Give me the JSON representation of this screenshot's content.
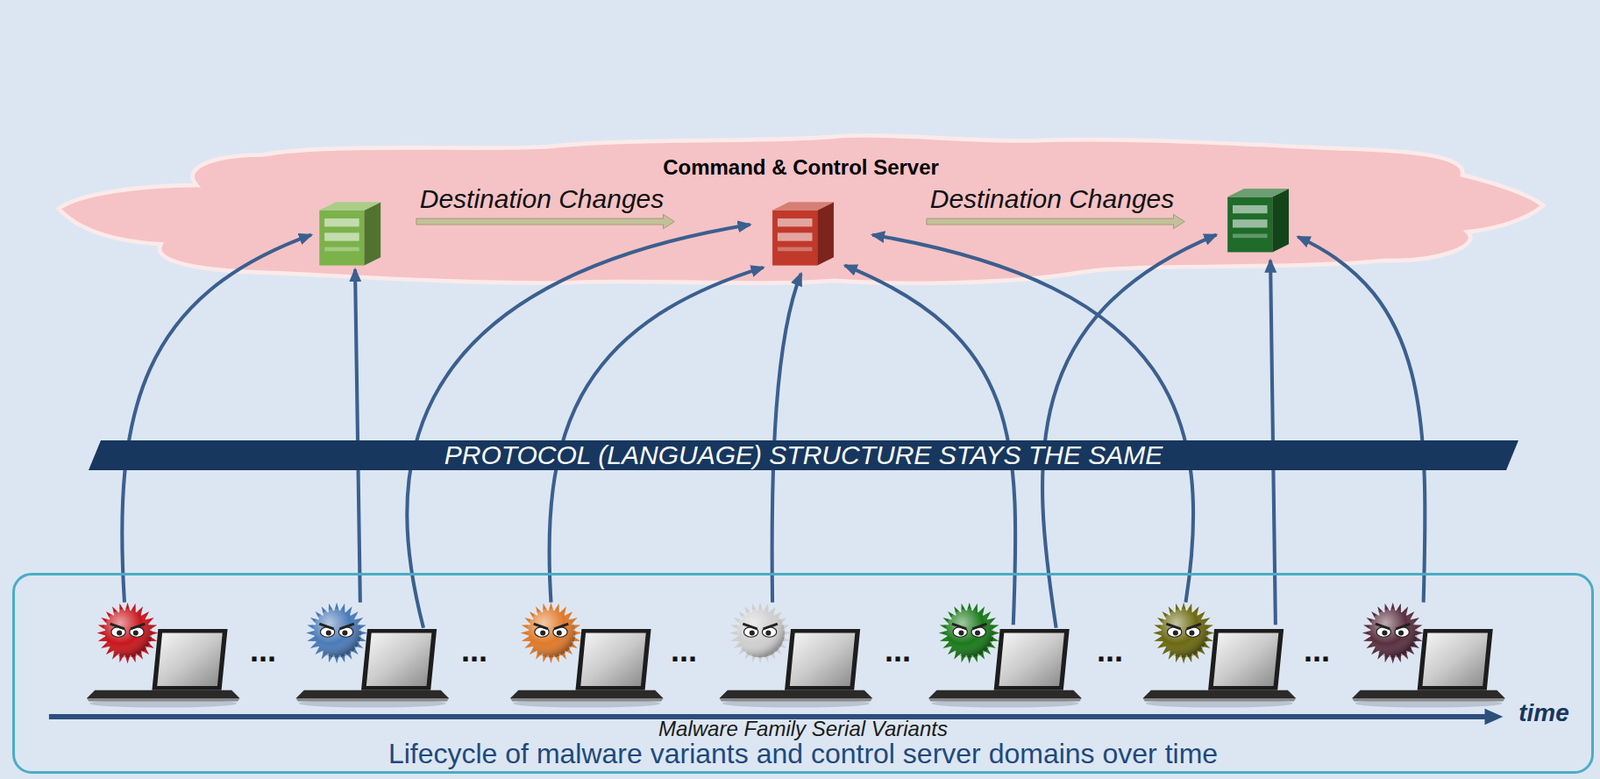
{
  "diagram": {
    "nodes": [
      {
        "text": [
          "Command & Control Server"
        ]
      },
      {
        "text": [
          "PROTOCOL (LANGUAGE) STRUCTURE STAYS THE SAME"
        ]
      },
      {
        "text": [
          "Lifecycle of malware variants and control server domains over time"
        ]
      }
    ],
    "labels": [
      "Destination Changes",
      "Destination Changes",
      "...",
      "...",
      "...",
      "...",
      "...",
      "...",
      "time",
      "Malware Family Serial Variants"
    ]
  }
}
